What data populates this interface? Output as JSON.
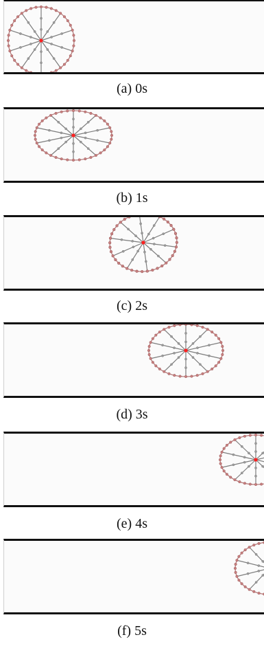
{
  "frames": [
    {
      "caption": "(a) 0s"
    },
    {
      "caption": "(b) 1s"
    },
    {
      "caption": "(c) 2s"
    },
    {
      "caption": "(d) 3s"
    },
    {
      "caption": "(e) 4s"
    },
    {
      "caption": "(f) 5s"
    }
  ],
  "colors": {
    "rim": "#b77b7b",
    "node": "#c98080",
    "spoke": "#7d7d7d",
    "hub": "#ff2020",
    "border": "#111111"
  }
}
